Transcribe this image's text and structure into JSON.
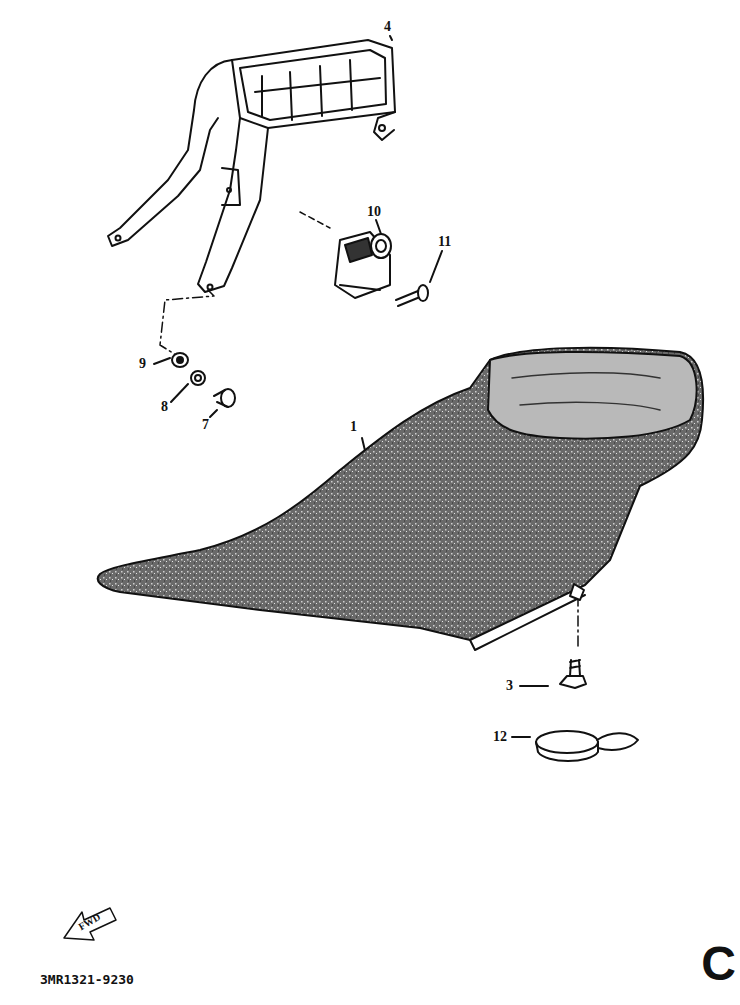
{
  "diagram": {
    "labels": [
      "4",
      "10",
      "11",
      "9",
      "8",
      "7",
      "1",
      "3",
      "12",
      "FWD",
      "3MR1321-9230",
      "C"
    ]
  }
}
